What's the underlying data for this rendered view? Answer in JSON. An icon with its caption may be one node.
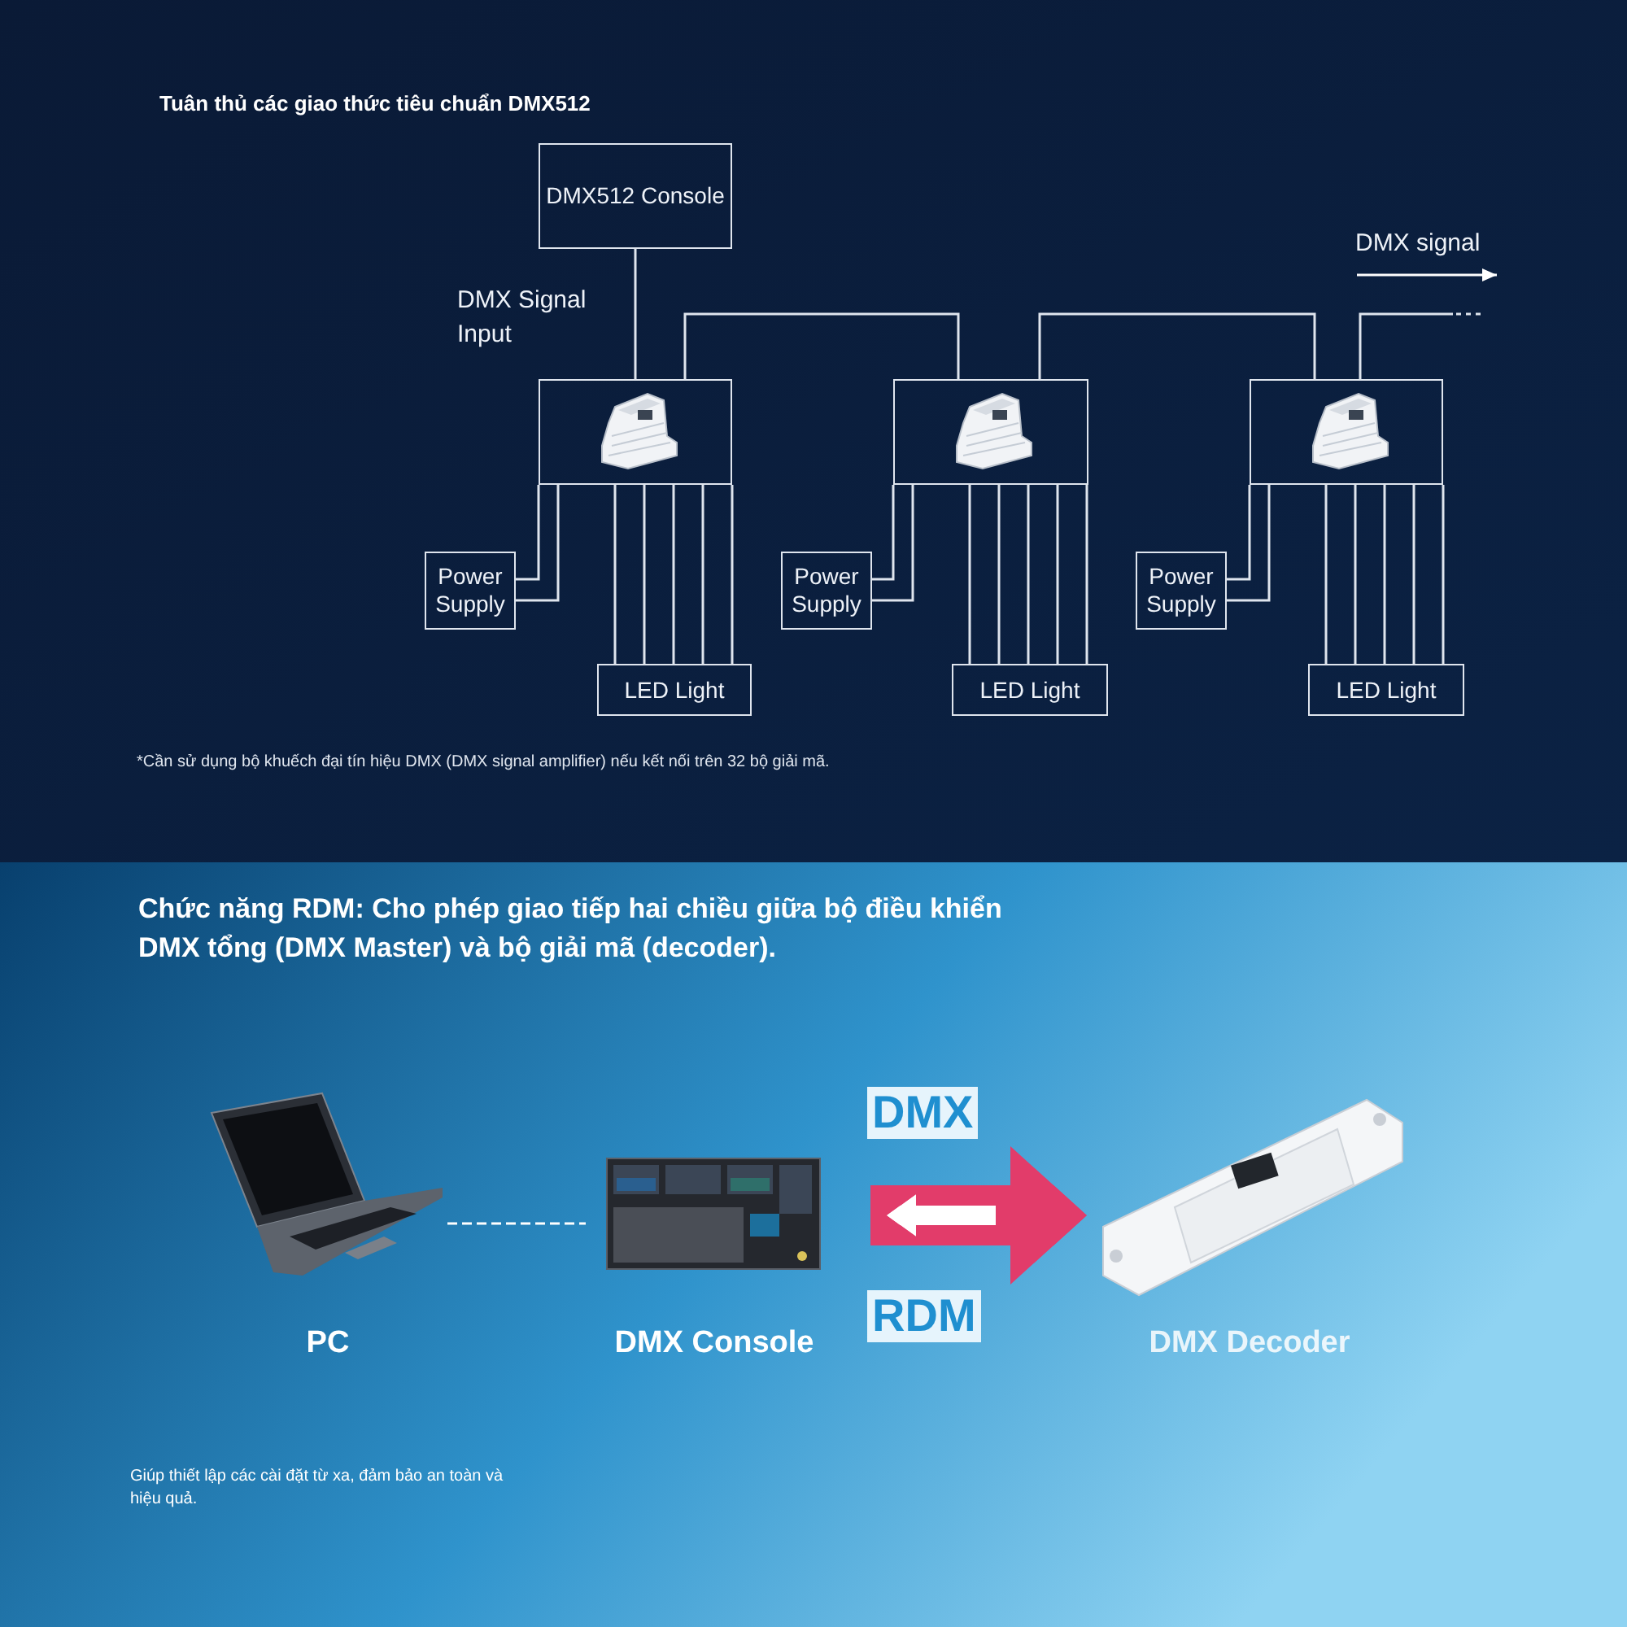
{
  "diagram": {
    "title": "Tuân thủ các giao thức tiêu chuẩn DMX512",
    "nodes": [
      {
        "text": [
          "DMX512 Console"
        ]
      },
      {
        "text": [],
        "shape": "box"
      },
      {
        "text": [],
        "shape": "box"
      },
      {
        "text": [],
        "shape": "box"
      },
      {
        "text": [
          "Power Supply"
        ]
      },
      {
        "text": [
          "Power Supply"
        ]
      },
      {
        "text": [
          "Power Supply"
        ]
      },
      {
        "text": [
          "LED Light"
        ]
      },
      {
        "text": [
          "LED Light"
        ]
      },
      {
        "text": [
          "LED Light"
        ]
      },
      {
        "text": [
          "PC"
        ]
      },
      {
        "text": [
          "DMX Console"
        ]
      },
      {
        "text": [
          "DMX Decoder"
        ]
      }
    ],
    "edges": [
      {
        "from": 0,
        "to": 1,
        "arrow": "none"
      },
      {
        "from": 1,
        "to": 2,
        "arrow": "none"
      },
      {
        "from": 2,
        "to": 3,
        "arrow": "none"
      },
      {
        "from": 3,
        "to": null,
        "arrow": "none"
      },
      {
        "from": 4,
        "to": 1,
        "arrow": "none"
      },
      {
        "from": 5,
        "to": 2,
        "arrow": "none"
      },
      {
        "from": 6,
        "to": 3,
        "arrow": "none"
      },
      {
        "from": 1,
        "to": 7,
        "arrow": "none"
      },
      {
        "from": 2,
        "to": 8,
        "arrow": "none"
      },
      {
        "from": 3,
        "to": 9,
        "arrow": "none"
      },
      {
        "from": 10,
        "to": 11,
        "arrow": "none",
        "style": "dashed"
      },
      {
        "from": 11,
        "to": 12,
        "arrow": "to",
        "label": "DMX",
        "style": "thick",
        "color": "#e23c6a"
      },
      {
        "from": 12,
        "to": 11,
        "arrow": "to",
        "label": "RDM",
        "style": "thick"
      },
      {
        "from": 4,
        "to": 1,
        "arrow": "none"
      },
      {
        "from": 5,
        "to": 2,
        "arrow": "none"
      },
      {
        "from": 6,
        "to": 3,
        "arrow": "none"
      }
    ],
    "labels": [
      "DMX Signal Input",
      "DMX signal",
      "*Cần sử dụng bộ khuếch đại tín hiệu DMX (DMX signal amplifier) nếu kết nối trên 32 bộ giải mã.",
      "Chức năng RDM: Cho phép giao tiếp hai chiều giữa bộ điều khiển DMX tổng (DMX Master) và bộ giải mã (decoder).",
      "Giúp thiết lập các cài đặt từ xa, đảm bảo an toàn và hiệu quả."
    ]
  }
}
